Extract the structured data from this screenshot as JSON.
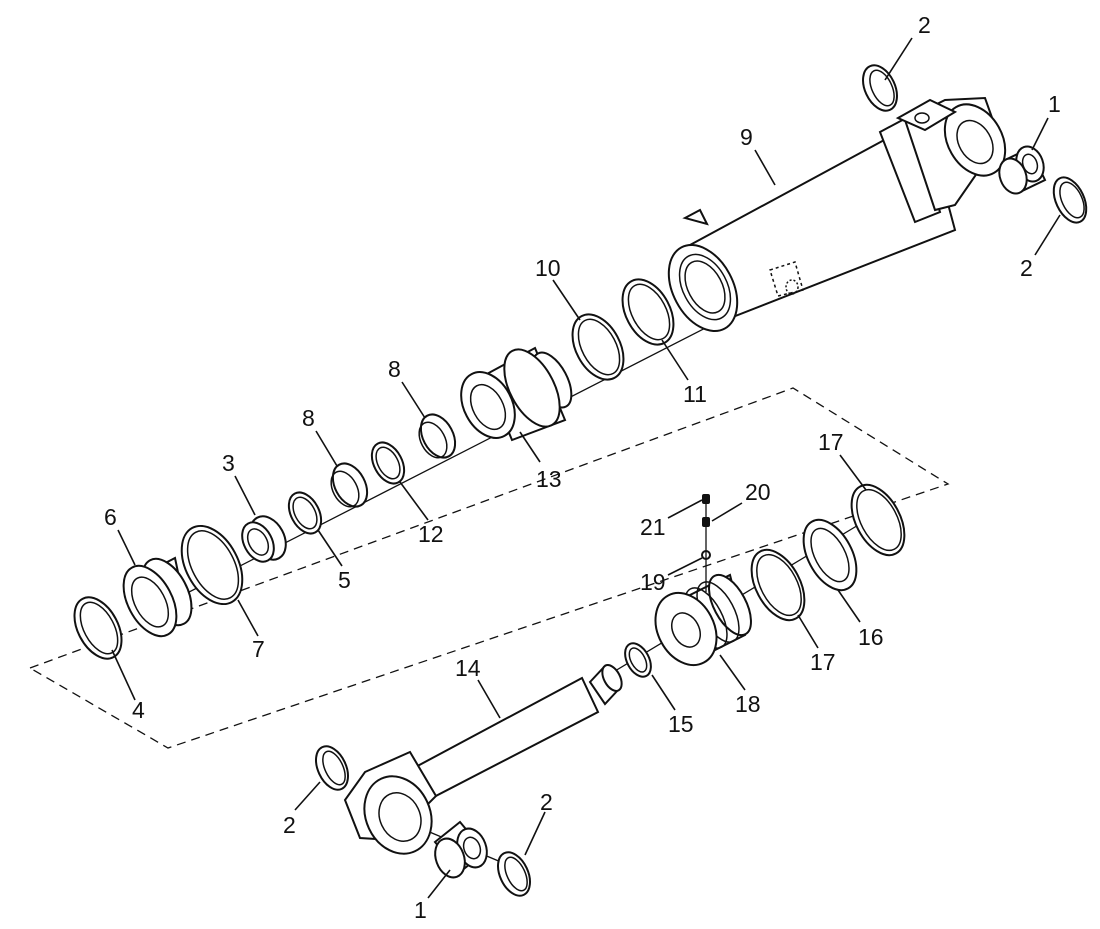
{
  "diagram": {
    "callouts": [
      {
        "id": "c2-a",
        "text": "2"
      },
      {
        "id": "c1-a",
        "text": "1"
      },
      {
        "id": "c9",
        "text": "9"
      },
      {
        "id": "c2-b",
        "text": "2"
      },
      {
        "id": "c10",
        "text": "10"
      },
      {
        "id": "c11",
        "text": "11"
      },
      {
        "id": "c8-a",
        "text": "8"
      },
      {
        "id": "c8-b",
        "text": "8"
      },
      {
        "id": "c13",
        "text": "13"
      },
      {
        "id": "c12",
        "text": "12"
      },
      {
        "id": "c3",
        "text": "3"
      },
      {
        "id": "c6",
        "text": "6"
      },
      {
        "id": "c5",
        "text": "5"
      },
      {
        "id": "c7",
        "text": "7"
      },
      {
        "id": "c4",
        "text": "4"
      },
      {
        "id": "c17-a",
        "text": "17"
      },
      {
        "id": "c20",
        "text": "20"
      },
      {
        "id": "c21",
        "text": "21"
      },
      {
        "id": "c19",
        "text": "19"
      },
      {
        "id": "c16",
        "text": "16"
      },
      {
        "id": "c17-b",
        "text": "17"
      },
      {
        "id": "c18",
        "text": "18"
      },
      {
        "id": "c14",
        "text": "14"
      },
      {
        "id": "c15",
        "text": "15"
      },
      {
        "id": "c2-c",
        "text": "2"
      },
      {
        "id": "c2-d",
        "text": "2"
      },
      {
        "id": "c1-b",
        "text": "1"
      }
    ]
  }
}
